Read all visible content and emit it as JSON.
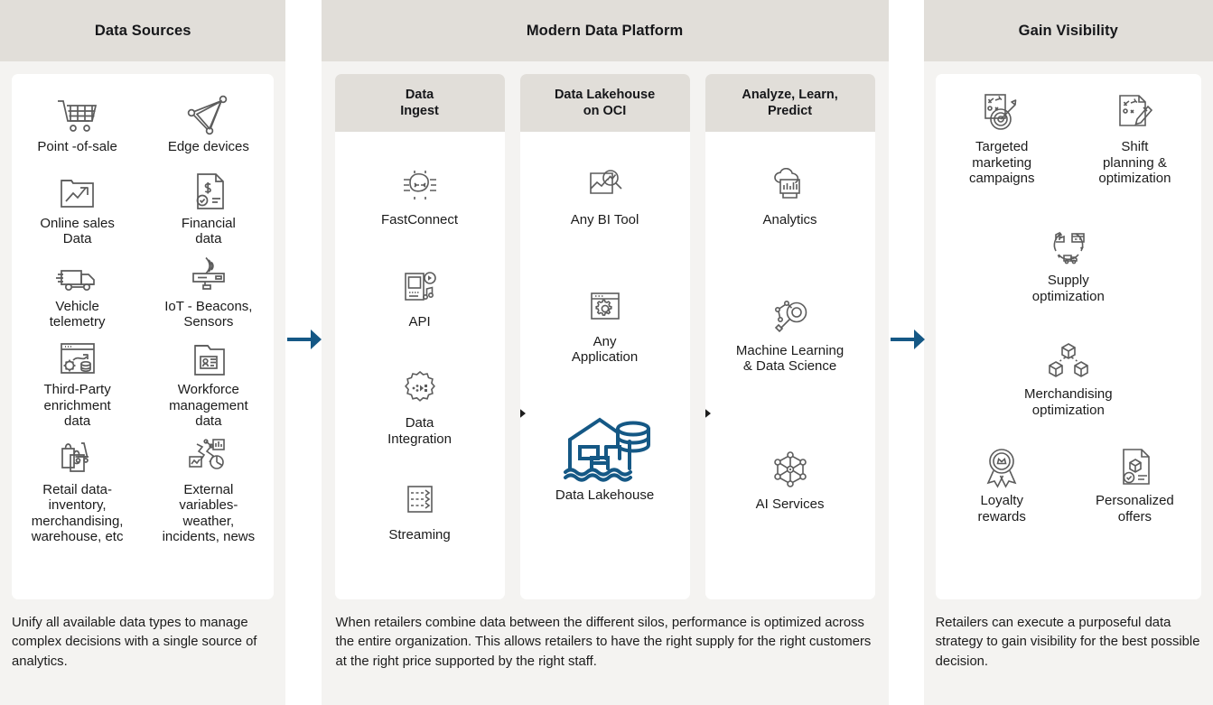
{
  "accent_blue": "#155885",
  "header_bg": "#e1ded9",
  "column_bg": "#f4f3f1",
  "icon_stroke": "#5c5c5c",
  "columns": {
    "sources": {
      "title": "Data Sources",
      "items": [
        {
          "label": "Point -of-sale",
          "icon": "shopping-cart-icon"
        },
        {
          "label": "Edge devices",
          "icon": "edge-network-icon"
        },
        {
          "label": "Online sales\nData",
          "icon": "chart-growth-icon"
        },
        {
          "label": "Financial\ndata",
          "icon": "dollar-document-icon"
        },
        {
          "label": "Vehicle\ntelemetry",
          "icon": "delivery-van-icon"
        },
        {
          "label": "IoT - Beacons,\nSensors",
          "icon": "iot-sensor-icon"
        },
        {
          "label": "Third-Party\nenrichment\ndata",
          "icon": "data-enrichment-icon"
        },
        {
          "label": "Workforce\nmanagement\ndata",
          "icon": "id-badge-document-icon"
        },
        {
          "label": "Retail data-\ninventory,\nmerchandising,\nwarehouse, etc",
          "icon": "retail-bags-icon"
        },
        {
          "label": "External\nvariables-\nweather,\nincidents, news",
          "icon": "external-variables-icon"
        }
      ],
      "caption": "Unify all available data types to manage complex decisions with a single source of analytics."
    },
    "platform": {
      "title": "Modern Data Platform",
      "panels": [
        {
          "title": "Data\nIngest",
          "nodes": [
            {
              "label": "FastConnect",
              "icon": "fastconnect-icon",
              "highlight": false
            },
            {
              "label": "API",
              "icon": "api-device-icon",
              "highlight": false
            },
            {
              "label": "Data\nIntegration",
              "icon": "gear-data-integration-icon",
              "highlight": false
            },
            {
              "label": "Streaming",
              "icon": "streaming-icon",
              "highlight": false
            }
          ]
        },
        {
          "title": "Data Lakehouse\non OCI",
          "nodes": [
            {
              "label": "Any BI Tool",
              "icon": "bi-tool-magnifier-icon",
              "highlight": false
            },
            {
              "label": "Any\nApplication",
              "icon": "application-gear-icon",
              "highlight": false
            },
            {
              "label": "Data Lakehouse",
              "icon": "data-lakehouse-icon",
              "highlight": true
            }
          ]
        },
        {
          "title": "Analyze, Learn,\nPredict",
          "nodes": [
            {
              "label": "Analytics",
              "icon": "cloud-analytics-icon",
              "highlight": false
            },
            {
              "label": "Machine Learning\n& Data Science",
              "icon": "machine-learning-icon",
              "highlight": false
            },
            {
              "label": "AI Services",
              "icon": "ai-neural-network-icon",
              "highlight": false
            }
          ]
        }
      ],
      "caption": "When retailers combine data between the different silos, performance is optimized across the entire organization. This allows retailers to have the right supply for the right customers at the right price supported by the right staff."
    },
    "visibility": {
      "title": "Gain Visibility",
      "items": [
        {
          "label": "Targeted\nmarketing\ncampaigns",
          "icon": "target-strategy-icon"
        },
        {
          "label": "Shift\nplanning &\noptimization",
          "icon": "plan-document-pencil-icon"
        },
        {
          "label": "Supply\noptimization",
          "icon": "supply-chain-cycle-icon"
        },
        {
          "label": "Merchandising\noptimization",
          "icon": "cubes-network-icon"
        },
        {
          "label": "Loyalty\nrewards",
          "icon": "award-ribbon-icon"
        },
        {
          "label": "Personalized\noffers",
          "icon": "personalized-offer-document-icon"
        }
      ],
      "caption": "Retailers can execute a purposeful data strategy to gain visibility for the best possible decision."
    }
  },
  "flow_arrows": {
    "sources_to_platform": "arrow-right",
    "platform_to_visibility": "arrow-right",
    "ingest_to_lakehouse": "arrow-right-small",
    "lakehouse_to_analyze": "arrow-right-small"
  }
}
